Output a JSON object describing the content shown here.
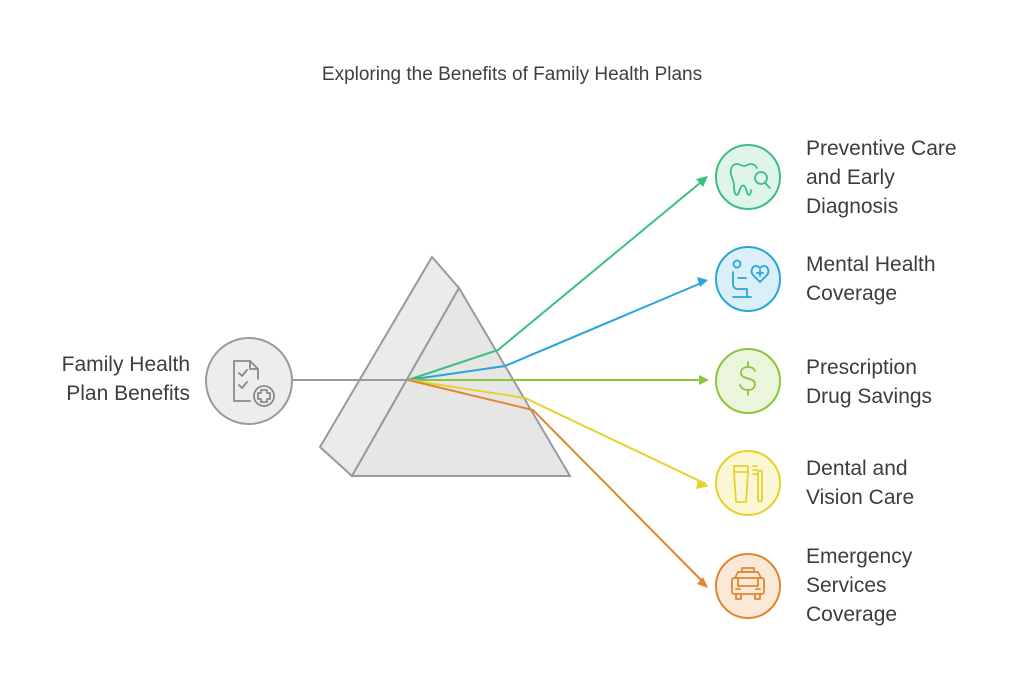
{
  "title": "Exploring the Benefits of Family Health Plans",
  "source": {
    "label": "Family Health\nPlan Benefits",
    "icon": "checklist-medical-icon",
    "color": "#8f8f8f"
  },
  "benefits": [
    {
      "label": "Preventive Care\nand Early\nDiagnosis",
      "icon": "tooth-search-icon",
      "color": "#3cc07f",
      "fill": "#dff5e9"
    },
    {
      "label": "Mental Health\nCoverage",
      "icon": "person-heart-icon",
      "color": "#29a6d8",
      "fill": "#dbeff9"
    },
    {
      "label": "Prescription\nDrug Savings",
      "icon": "dollar-icon",
      "color": "#8cc43c",
      "fill": "#eaf5dc"
    },
    {
      "label": "Dental and\nVision Care",
      "icon": "toothpaste-toothbrush-icon",
      "color": "#e5d22d",
      "fill": "#fbf6d4"
    },
    {
      "label": "Emergency\nServices\nCoverage",
      "icon": "ambulance-icon",
      "color": "#e2852f",
      "fill": "#fbe9d8"
    }
  ]
}
